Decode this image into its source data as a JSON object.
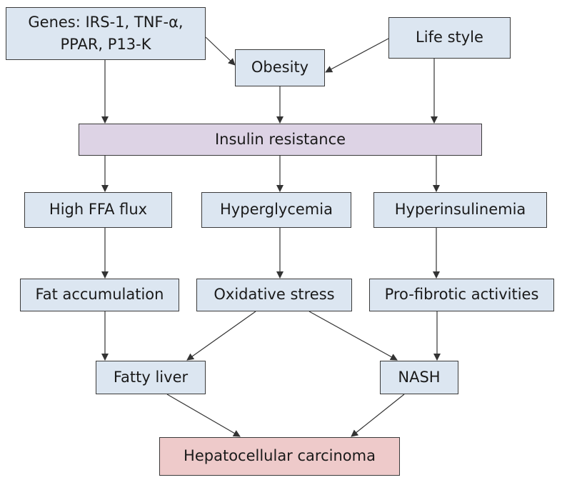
{
  "nodes": {
    "genes": {
      "line1": "Genes: IRS-1, TNF-α,",
      "line2": "PPAR, P13-K"
    },
    "life_style": "Life style",
    "obesity": "Obesity",
    "insulin_resistance": "Insulin resistance",
    "high_ffa_flux": "High FFA flux",
    "hyperglycemia": "Hyperglycemia",
    "hyperinsulinemia": "Hyperinsulinemia",
    "fat_accumulation": "Fat accumulation",
    "oxidative_stress": "Oxidative stress",
    "pro_fibrotic_activities": "Pro-fibrotic activities",
    "fatty_liver": "Fatty liver",
    "nash": "NASH",
    "hepatocellular_carcinoma": "Hepatocellular carcinoma"
  },
  "edges": [
    {
      "from": "genes",
      "to": "obesity"
    },
    {
      "from": "life_style",
      "to": "obesity"
    },
    {
      "from": "genes",
      "to": "insulin_resistance"
    },
    {
      "from": "obesity",
      "to": "insulin_resistance"
    },
    {
      "from": "life_style",
      "to": "insulin_resistance"
    },
    {
      "from": "insulin_resistance",
      "to": "high_ffa_flux"
    },
    {
      "from": "insulin_resistance",
      "to": "hyperglycemia"
    },
    {
      "from": "insulin_resistance",
      "to": "hyperinsulinemia"
    },
    {
      "from": "high_ffa_flux",
      "to": "fat_accumulation"
    },
    {
      "from": "hyperglycemia",
      "to": "oxidative_stress"
    },
    {
      "from": "hyperinsulinemia",
      "to": "pro_fibrotic_activities"
    },
    {
      "from": "fat_accumulation",
      "to": "fatty_liver"
    },
    {
      "from": "oxidative_stress",
      "to": "fatty_liver"
    },
    {
      "from": "oxidative_stress",
      "to": "nash"
    },
    {
      "from": "pro_fibrotic_activities",
      "to": "nash"
    },
    {
      "from": "fatty_liver",
      "to": "hepatocellular_carcinoma"
    },
    {
      "from": "nash",
      "to": "hepatocellular_carcinoma"
    }
  ],
  "colors": {
    "default_fill": "#dce6f1",
    "insulin_resistance_fill": "#ddd3e5",
    "carcinoma_fill": "#eecaca",
    "border": "#3a3a3a",
    "arrow": "#333333"
  }
}
